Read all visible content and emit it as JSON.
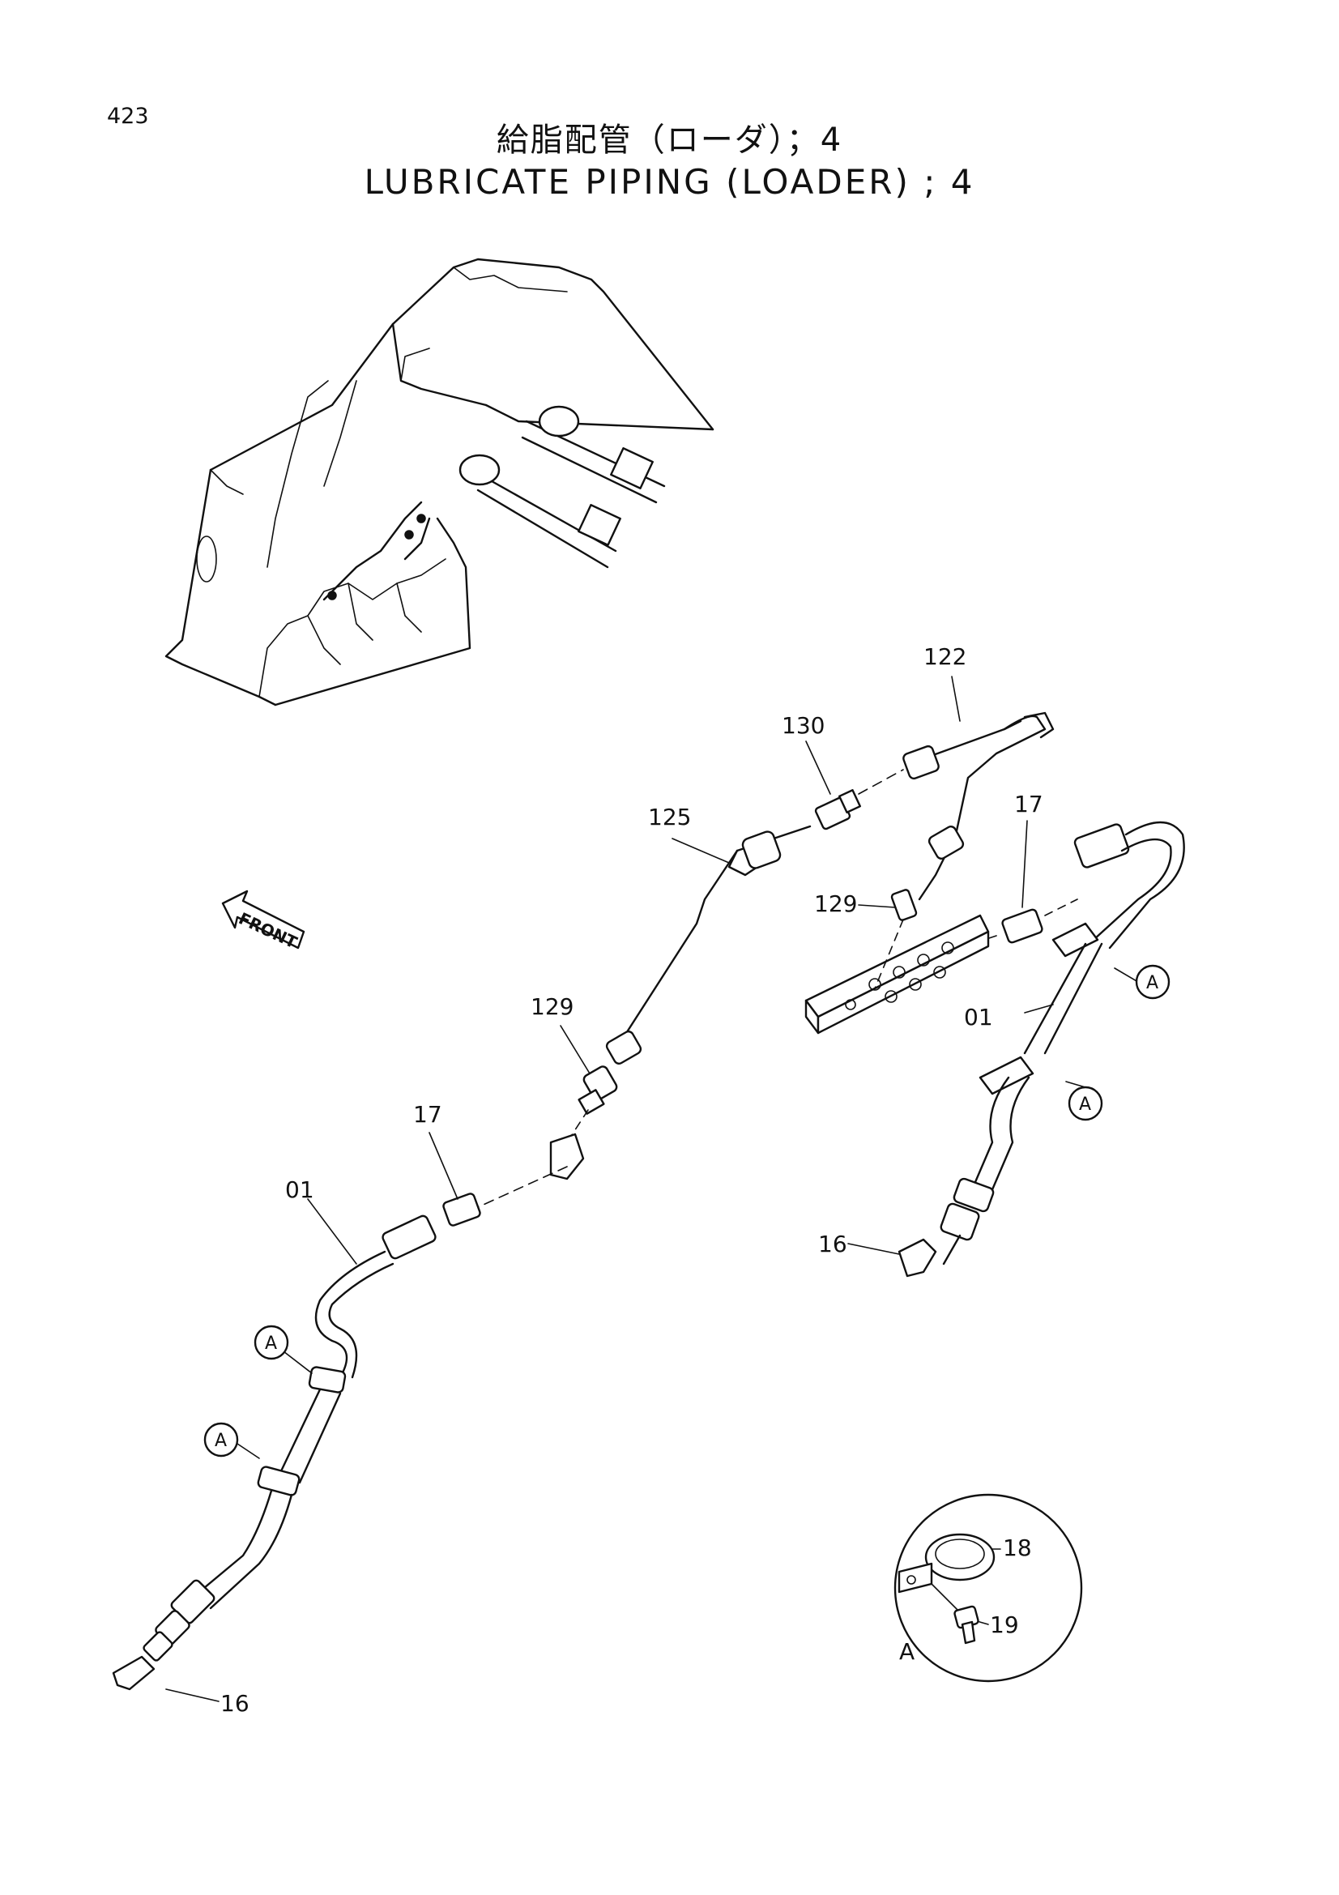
{
  "page_number": "423",
  "title_jp": "給脂配管（ローダ）；4",
  "title_en": "LUBRICATE PIPING (LOADER) ; 4",
  "front_arrow_text": "FRONT",
  "callouts": {
    "c122": "122",
    "c130": "130",
    "c125": "125",
    "c17_right": "17",
    "c129_right": "129",
    "c01_right": "01",
    "c129_center": "129",
    "c17_left": "17",
    "c01_left": "01",
    "c16_right": "16",
    "c16_left": "16",
    "c18": "18",
    "c19": "19"
  },
  "detail_marks": {
    "a_upper_right": "A",
    "a_mid_right": "A",
    "a_upper_left": "A",
    "a_lower_left": "A",
    "a_detail_caption": "A"
  }
}
